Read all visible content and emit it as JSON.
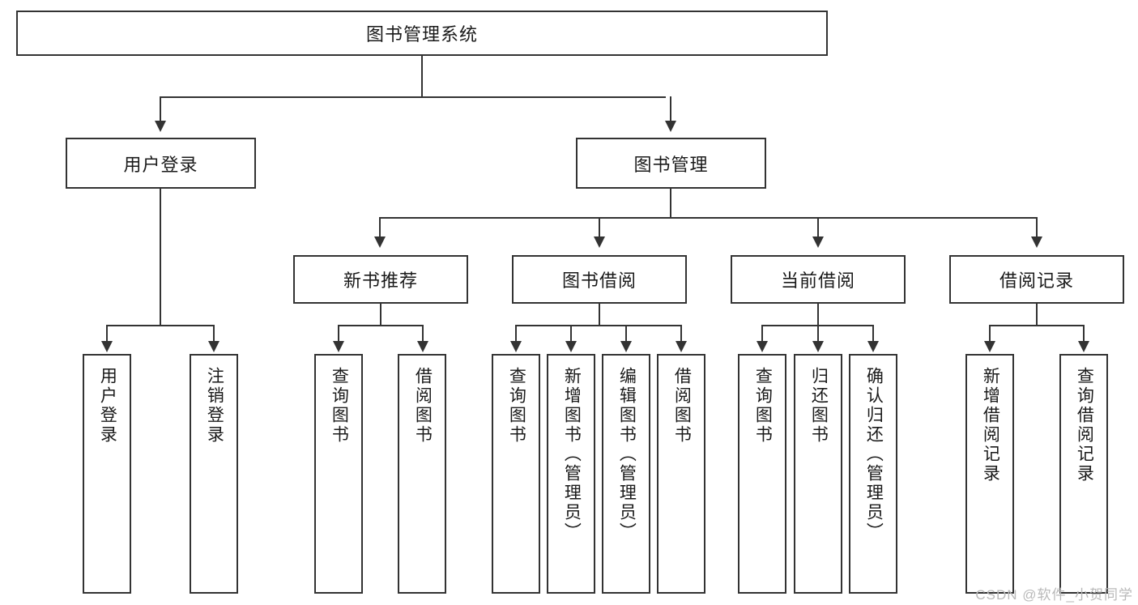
{
  "diagram": {
    "type": "tree",
    "title": "图书管理系统",
    "orientation": "top-down",
    "colors": {
      "box_border": "#333333",
      "box_fill": "#ffffff",
      "connector": "#333333",
      "text": "#1a1a1a",
      "watermark": "#b9b9b9",
      "background": "#ffffff"
    },
    "root": {
      "label": "图书管理系统",
      "children": [
        {
          "label": "用户登录",
          "children": [
            {
              "label": "用户登录"
            },
            {
              "label": "注销登录"
            }
          ]
        },
        {
          "label": "图书管理",
          "children": [
            {
              "label": "新书推荐",
              "children": [
                {
                  "label": "查询图书"
                },
                {
                  "label": "借阅图书"
                }
              ]
            },
            {
              "label": "图书借阅",
              "children": [
                {
                  "label": "查询图书"
                },
                {
                  "label": "新增图书（管理员）"
                },
                {
                  "label": "编辑图书（管理员）"
                },
                {
                  "label": "借阅图书"
                }
              ]
            },
            {
              "label": "当前借阅",
              "children": [
                {
                  "label": "查询图书"
                },
                {
                  "label": "归还图书"
                },
                {
                  "label": "确认归还（管理员）"
                }
              ]
            },
            {
              "label": "借阅记录",
              "children": [
                {
                  "label": "新增借阅记录"
                },
                {
                  "label": "查询借阅记录"
                }
              ]
            }
          ]
        }
      ]
    }
  },
  "nodes": {
    "root": "图书管理系统",
    "l2": {
      "user_login": "用户登录",
      "book_manage": "图书管理"
    },
    "l3": {
      "new_book_rec": "新书推荐",
      "book_borrow": "图书借阅",
      "current_borrow": "当前借阅",
      "borrow_record": "借阅记录"
    },
    "leaves": {
      "user_login_login": "用户登录",
      "user_login_logout": "注销登录",
      "rec_query": "查询图书",
      "rec_borrow": "借阅图书",
      "borrow_query": "查询图书",
      "borrow_add": "新增图书（管理员）",
      "borrow_edit": "编辑图书（管理员）",
      "borrow_take": "借阅图书",
      "cur_query": "查询图书",
      "cur_return": "归还图书",
      "cur_confirm": "确认归还（管理员）",
      "rec_add_record": "新增借阅记录",
      "rec_query_record": "查询借阅记录"
    }
  },
  "watermark": {
    "text": "CSDN @软件_小贺同学"
  }
}
